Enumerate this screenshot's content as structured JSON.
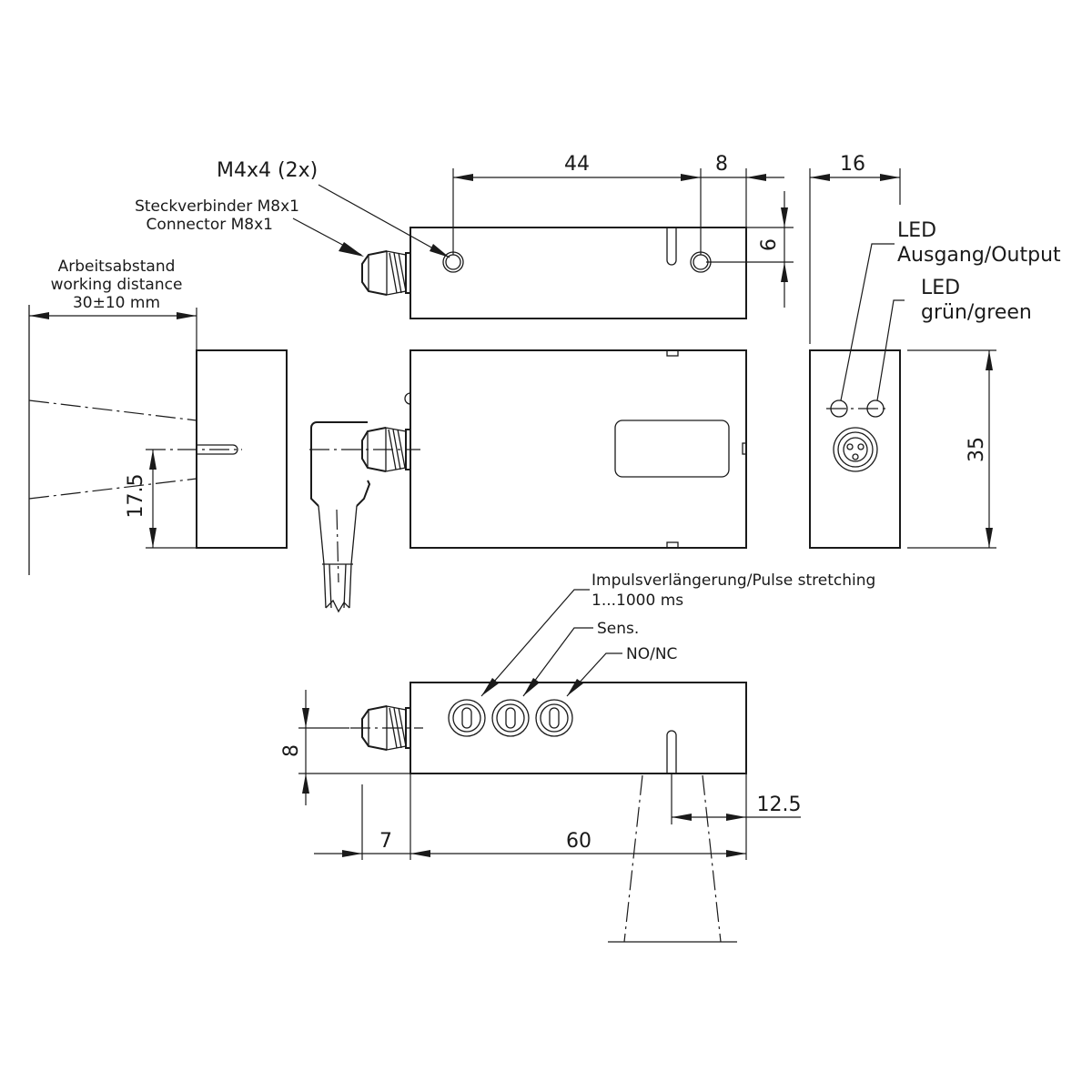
{
  "labels": {
    "thread": "M4x4 (2x)",
    "connector_de": "Steckverbinder M8x1",
    "connector_en": "Connector M8x1",
    "distance_de": "Arbeitsabstand",
    "distance_en": "working distance",
    "distance_val": "30±10 mm",
    "led_output_1": "LED",
    "led_output_2": "Ausgang/Output",
    "led_green_1": "LED",
    "led_green_2": "grün/green",
    "pulse_1": "Impulsverlängerung/Pulse stretching",
    "pulse_2": "1...1000 ms",
    "sens": "Sens.",
    "nonc": "NO/NC"
  },
  "dims": {
    "d44": "44",
    "d8top": "8",
    "d16": "16",
    "d6": "6",
    "d35": "35",
    "d175": "17.5",
    "d8bot": "8",
    "d7": "7",
    "d60": "60",
    "d125": "12.5"
  }
}
